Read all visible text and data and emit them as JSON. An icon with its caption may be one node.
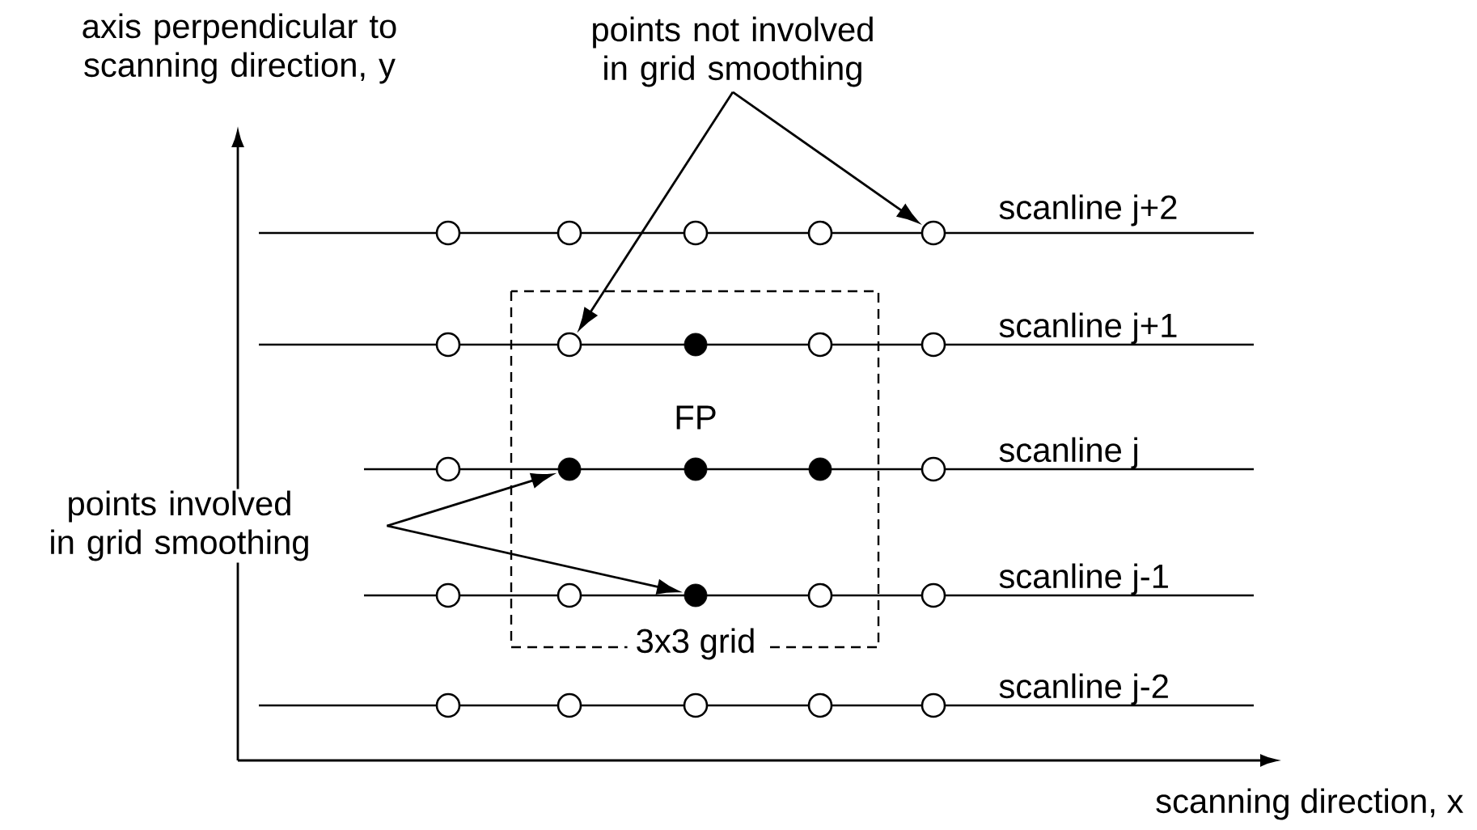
{
  "diagram": {
    "nodes": [
      {
        "text": [
          "points not involved in grid smoothing"
        ]
      },
      {
        "text": [
          "points involved in grid smoothing"
        ]
      },
      {
        "text": [],
        "shape": "circle"
      },
      {
        "text": [],
        "shape": "circle"
      },
      {
        "text": [],
        "shape": "circle"
      },
      {
        "text": [],
        "shape": "circle"
      },
      {
        "text": [],
        "shape": "circle"
      },
      {
        "text": [],
        "shape": "circle"
      },
      {
        "text": [],
        "shape": "circle"
      },
      {
        "text": [],
        "shape": "dot"
      },
      {
        "text": [],
        "shape": "circle"
      },
      {
        "text": [],
        "shape": "circle"
      },
      {
        "text": [],
        "shape": "circle"
      },
      {
        "text": [],
        "shape": "dot"
      },
      {
        "text": [],
        "shape": "dot"
      },
      {
        "text": [],
        "shape": "dot"
      },
      {
        "text": [],
        "shape": "circle"
      },
      {
        "text": [],
        "shape": "circle"
      },
      {
        "text": [],
        "shape": "circle"
      },
      {
        "text": [],
        "shape": "dot"
      },
      {
        "text": [],
        "shape": "circle"
      },
      {
        "text": [],
        "shape": "circle"
      },
      {
        "text": [],
        "shape": "circle"
      },
      {
        "text": [],
        "shape": "circle"
      },
      {
        "text": [],
        "shape": "circle"
      },
      {
        "text": [],
        "shape": "circle"
      },
      {
        "text": [],
        "shape": "circle"
      }
    ],
    "edges": [
      {
        "from": 0,
        "to": 8,
        "arrow": "to"
      },
      {
        "from": 0,
        "to": 6,
        "arrow": "to"
      },
      {
        "from": 1,
        "to": 13,
        "arrow": "to"
      },
      {
        "from": 1,
        "to": 19,
        "arrow": "to"
      }
    ],
    "labels": [
      "axis perpendicular to scanning direction, y",
      "scanline j+2",
      "scanline j+1",
      "FP",
      "scanline j",
      "scanline j-1",
      "3x3 grid",
      "scanline j-2",
      "scanning direction, x"
    ]
  }
}
